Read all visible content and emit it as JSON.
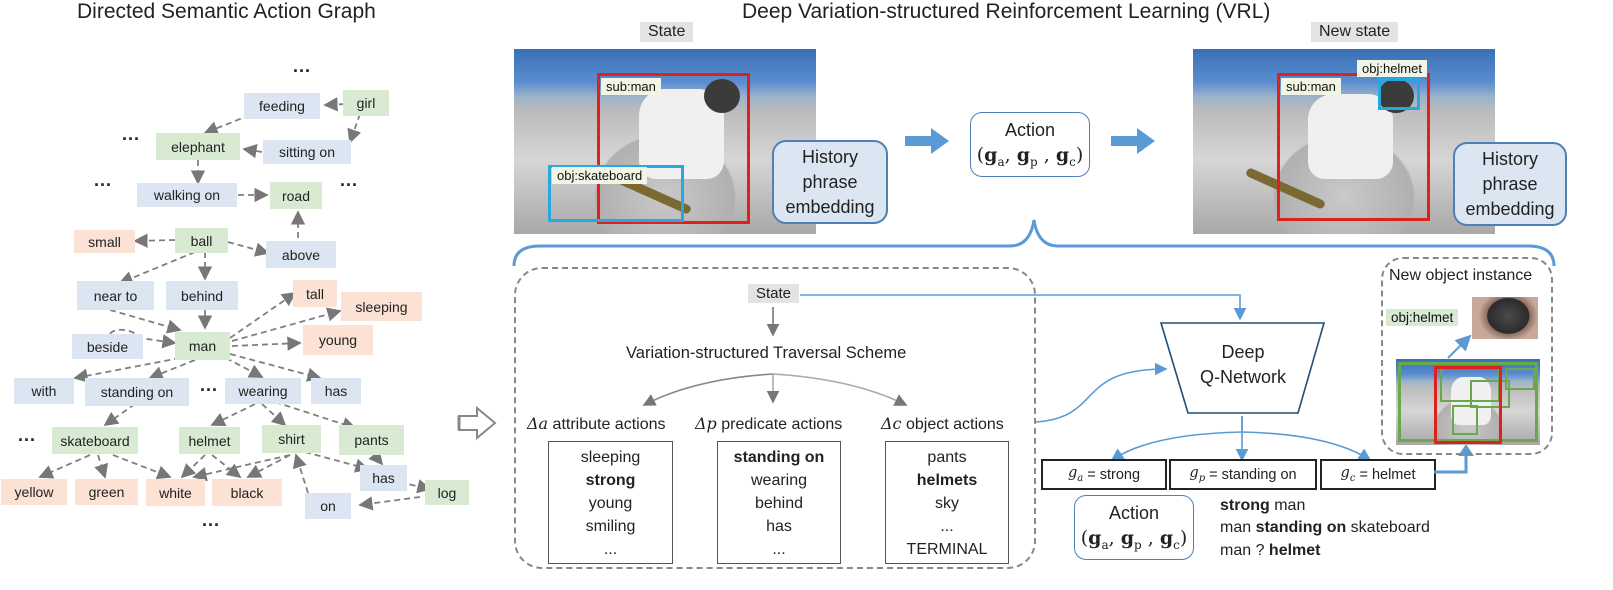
{
  "left_title": "Directed Semantic Action Graph",
  "right_title": "Deep Variation-structured Reinforcement Learning (VRL)",
  "graph": {
    "nodes": {
      "feeding": "feeding",
      "girl": "girl",
      "elephant": "elephant",
      "sitting_on": "sitting on",
      "walking_on": "walking on",
      "road": "road",
      "small": "small",
      "ball": "ball",
      "above": "above",
      "near_to": "near to",
      "behind": "behind",
      "tall": "tall",
      "sleeping": "sleeping",
      "man": "man",
      "beside": "beside",
      "young": "young",
      "with": "with",
      "standing_on": "standing on",
      "wearing": "wearing",
      "has": "has",
      "skateboard": "skateboard",
      "helmet": "helmet",
      "shirt": "shirt",
      "pants": "pants",
      "has2": "has",
      "yellow": "yellow",
      "green": "green",
      "white": "white",
      "black": "black",
      "on": "on",
      "log": "log"
    },
    "ellipsis": "..."
  },
  "state_label": "State",
  "new_state_label": "New state",
  "tags": {
    "sub_man": "sub:man",
    "obj_skateboard": "obj:skateboard",
    "obj_helmet": "obj:helmet"
  },
  "history": {
    "line1": "History",
    "line2": "phrase",
    "line3": "embedding"
  },
  "action": {
    "label": "Action",
    "formula": "(gₐ, gₚ, g𝒸)"
  },
  "scheme": {
    "state": "State",
    "title": "Variation-structured Traversal Scheme",
    "attribute": {
      "symbol": "Δa",
      "label": "attribute actions",
      "items": [
        "sleeping",
        "strong",
        "young",
        "smiling",
        "..."
      ],
      "bold_index": 1
    },
    "predicate": {
      "symbol": "Δp",
      "label": "predicate actions",
      "items": [
        "standing on",
        "wearing",
        "behind",
        "has",
        "..."
      ],
      "bold_index": 0
    },
    "object": {
      "symbol": "Δc",
      "label": "object actions",
      "items": [
        "pants",
        "helmets",
        "sky",
        "...",
        "TERMINAL"
      ],
      "bold_index": 1
    }
  },
  "dqn": {
    "line1": "Deep",
    "line2": "Q-Network"
  },
  "outputs": {
    "ga": {
      "sym": "g",
      "sub": "a",
      "value": "= strong"
    },
    "gp": {
      "sym": "g",
      "sub": "p",
      "value": "= standing on"
    },
    "gc": {
      "sym": "g",
      "sub": "c",
      "value": "= helmet"
    }
  },
  "new_object": {
    "title": "New object instance",
    "tag": "obj:helmet"
  },
  "phrases": [
    {
      "bold": "strong",
      "rest": " man",
      "pre": ""
    },
    {
      "pre": "man ",
      "bold": "standing on",
      "rest": " skateboard"
    },
    {
      "pre": "man ? ",
      "bold": "helmet",
      "rest": ""
    }
  ],
  "colors": {
    "accent_blue": "#5b9bd5",
    "box_red": "#e0201b",
    "box_cyan": "#27a8e0",
    "box_green": "#6aa84f"
  }
}
